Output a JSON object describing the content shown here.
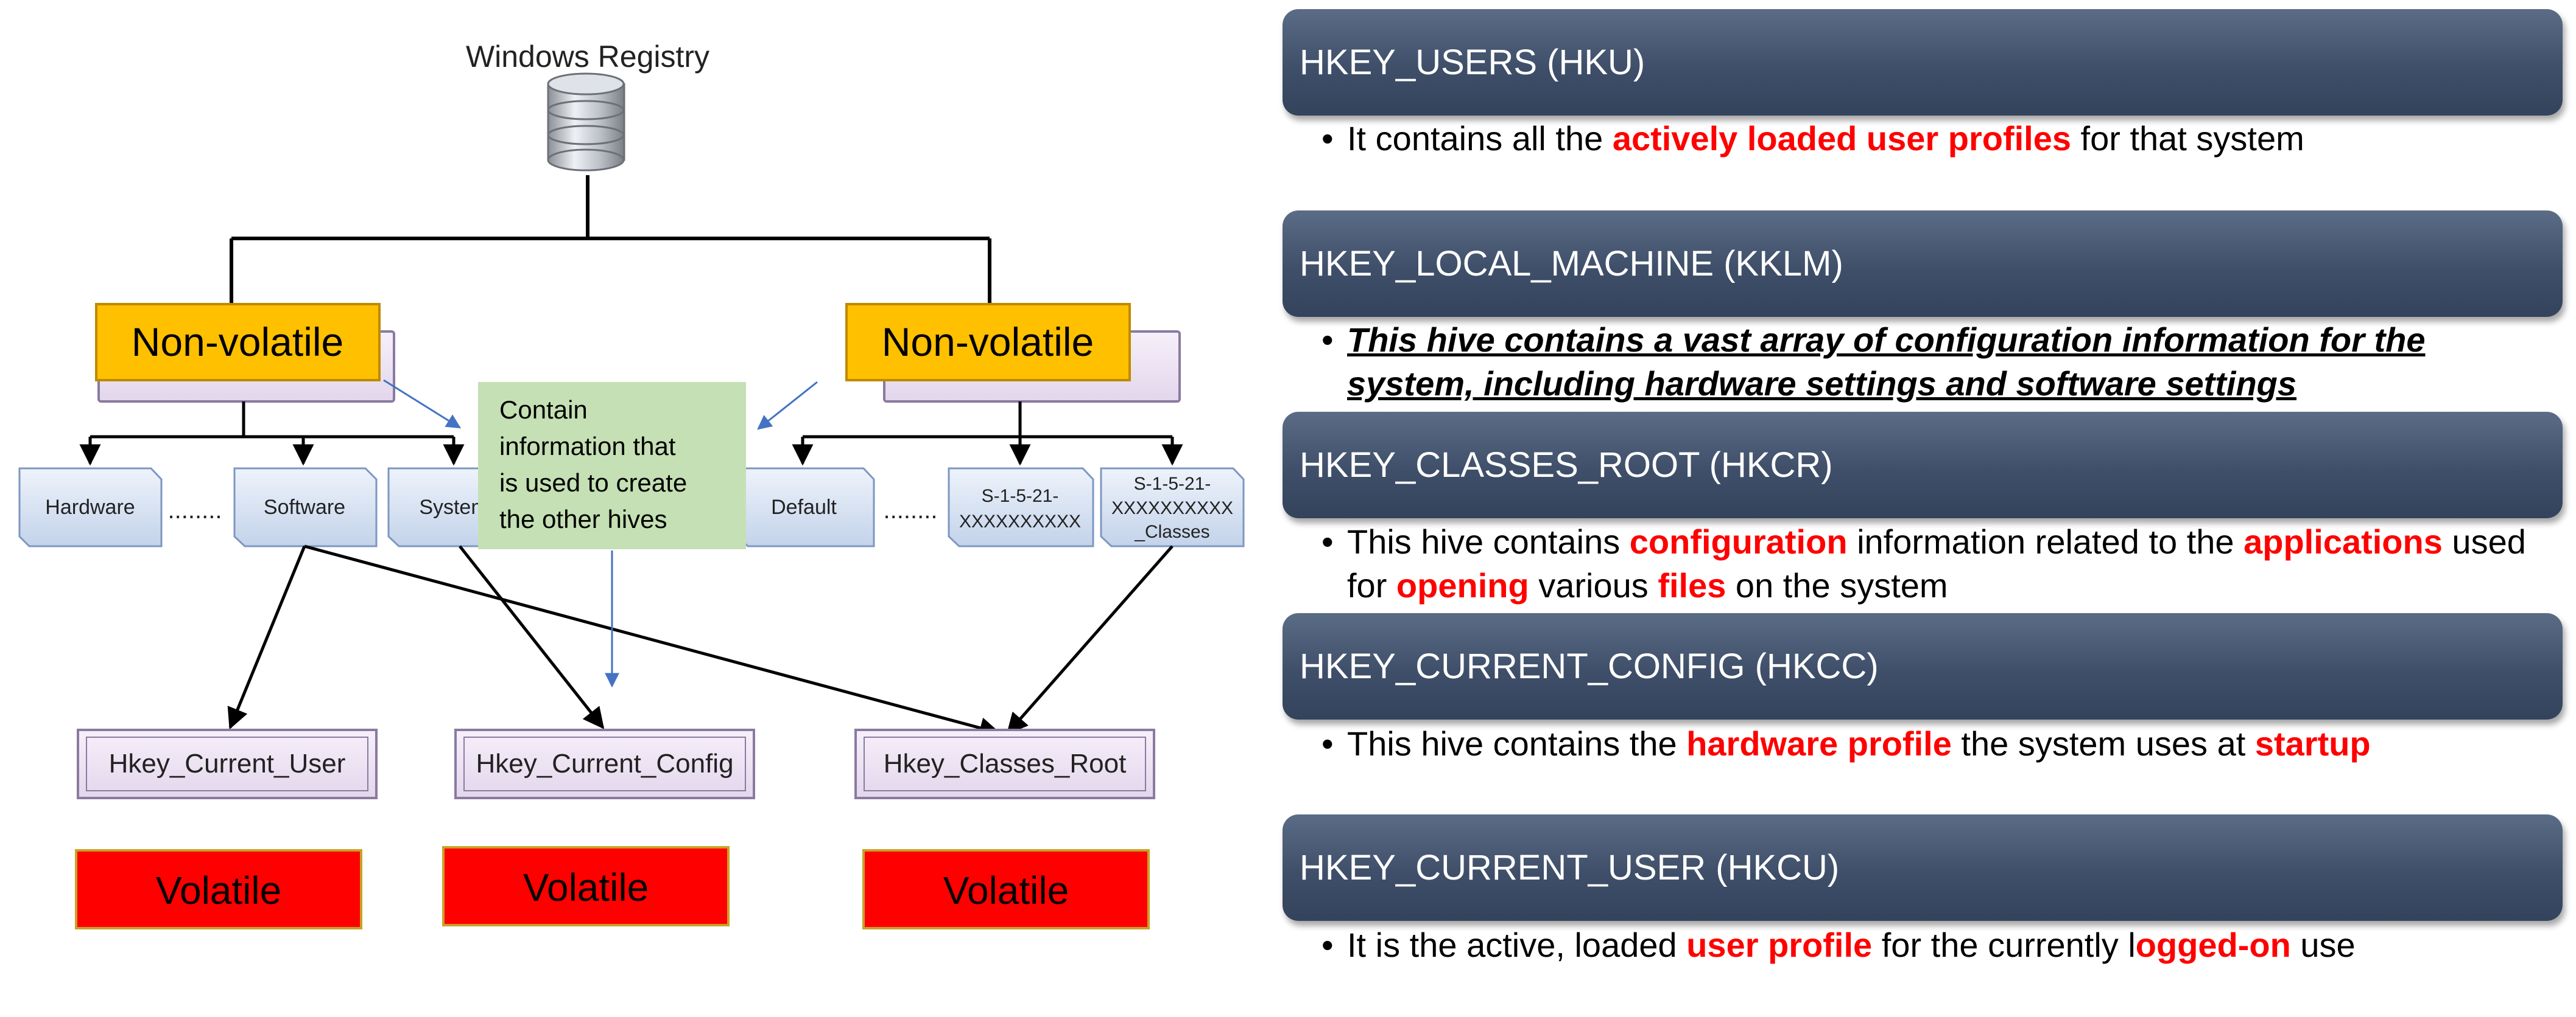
{
  "diagram": {
    "root_label": "Windows Registry",
    "nonvolatile_left": "Non-volatile",
    "nonvolatile_right": "Non-volatile",
    "note": [
      "Contain",
      "information that",
      "is used to create",
      "the other hives"
    ],
    "keys_left": {
      "hardware": "Hardware",
      "software": "Software",
      "system": "System",
      "dots": "........"
    },
    "keys_right": {
      "default": "Default",
      "dots": "........",
      "sid": [
        "S-1-5-21-",
        "XXXXXXXXXX"
      ],
      "sid_classes": [
        "S-1-5-21-",
        "XXXXXXXXXX",
        "_Classes"
      ]
    },
    "derived": {
      "current_user": "Hkey_Current_User",
      "current_config": "Hkey_Current_Config",
      "classes_root": "Hkey_Classes_Root"
    },
    "volatile": [
      "Volatile",
      "Volatile",
      "Volatile"
    ]
  },
  "hives": [
    {
      "title": "HKEY_USERS (HKU)",
      "desc": [
        {
          "t": "It contains all the "
        },
        {
          "t": "actively loaded user profiles",
          "s": "hl"
        },
        {
          "t": " for that system"
        }
      ]
    },
    {
      "title": "HKEY_LOCAL_MACHINE (KKLM)",
      "desc": [
        {
          "t": "This hive contains a vast array of configuration information for the system, including hardware settings and software settings",
          "s": "em"
        }
      ]
    },
    {
      "title": "HKEY_CLASSES_ROOT (HKCR)",
      "desc": [
        {
          "t": " This hive contains "
        },
        {
          "t": "configuration",
          "s": "hl"
        },
        {
          "t": " information related to the "
        },
        {
          "t": "applications",
          "s": "hl"
        },
        {
          "t": " used for "
        },
        {
          "t": "opening",
          "s": "hl"
        },
        {
          "t": " various "
        },
        {
          "t": "files",
          "s": "hl"
        },
        {
          "t": " on the system"
        }
      ]
    },
    {
      "title": "HKEY_CURRENT_CONFIG (HKCC)",
      "desc": [
        {
          "t": "This hive contains the "
        },
        {
          "t": "hardware profile",
          "s": "hl"
        },
        {
          "t": " the system uses at "
        },
        {
          "t": "startup",
          "s": "hl"
        }
      ]
    },
    {
      "title": "HKEY_CURRENT_USER (HKCU)",
      "desc": [
        {
          "t": " It is the active, loaded "
        },
        {
          "t": "user profile",
          "s": "hl"
        },
        {
          "t": " for the currently l"
        },
        {
          "t": "ogged-on",
          "s": "hl"
        },
        {
          "t": " use"
        }
      ]
    }
  ],
  "bullet": "•",
  "colors": {
    "nonvolatile_fill": "#ffc000",
    "volatile_fill": "#ff0000",
    "note_fill": "#c5e0b4",
    "key_fill": "#dce6f4",
    "hive_header_fill": "#3f4f69",
    "highlight_text": "#ff0000"
  }
}
